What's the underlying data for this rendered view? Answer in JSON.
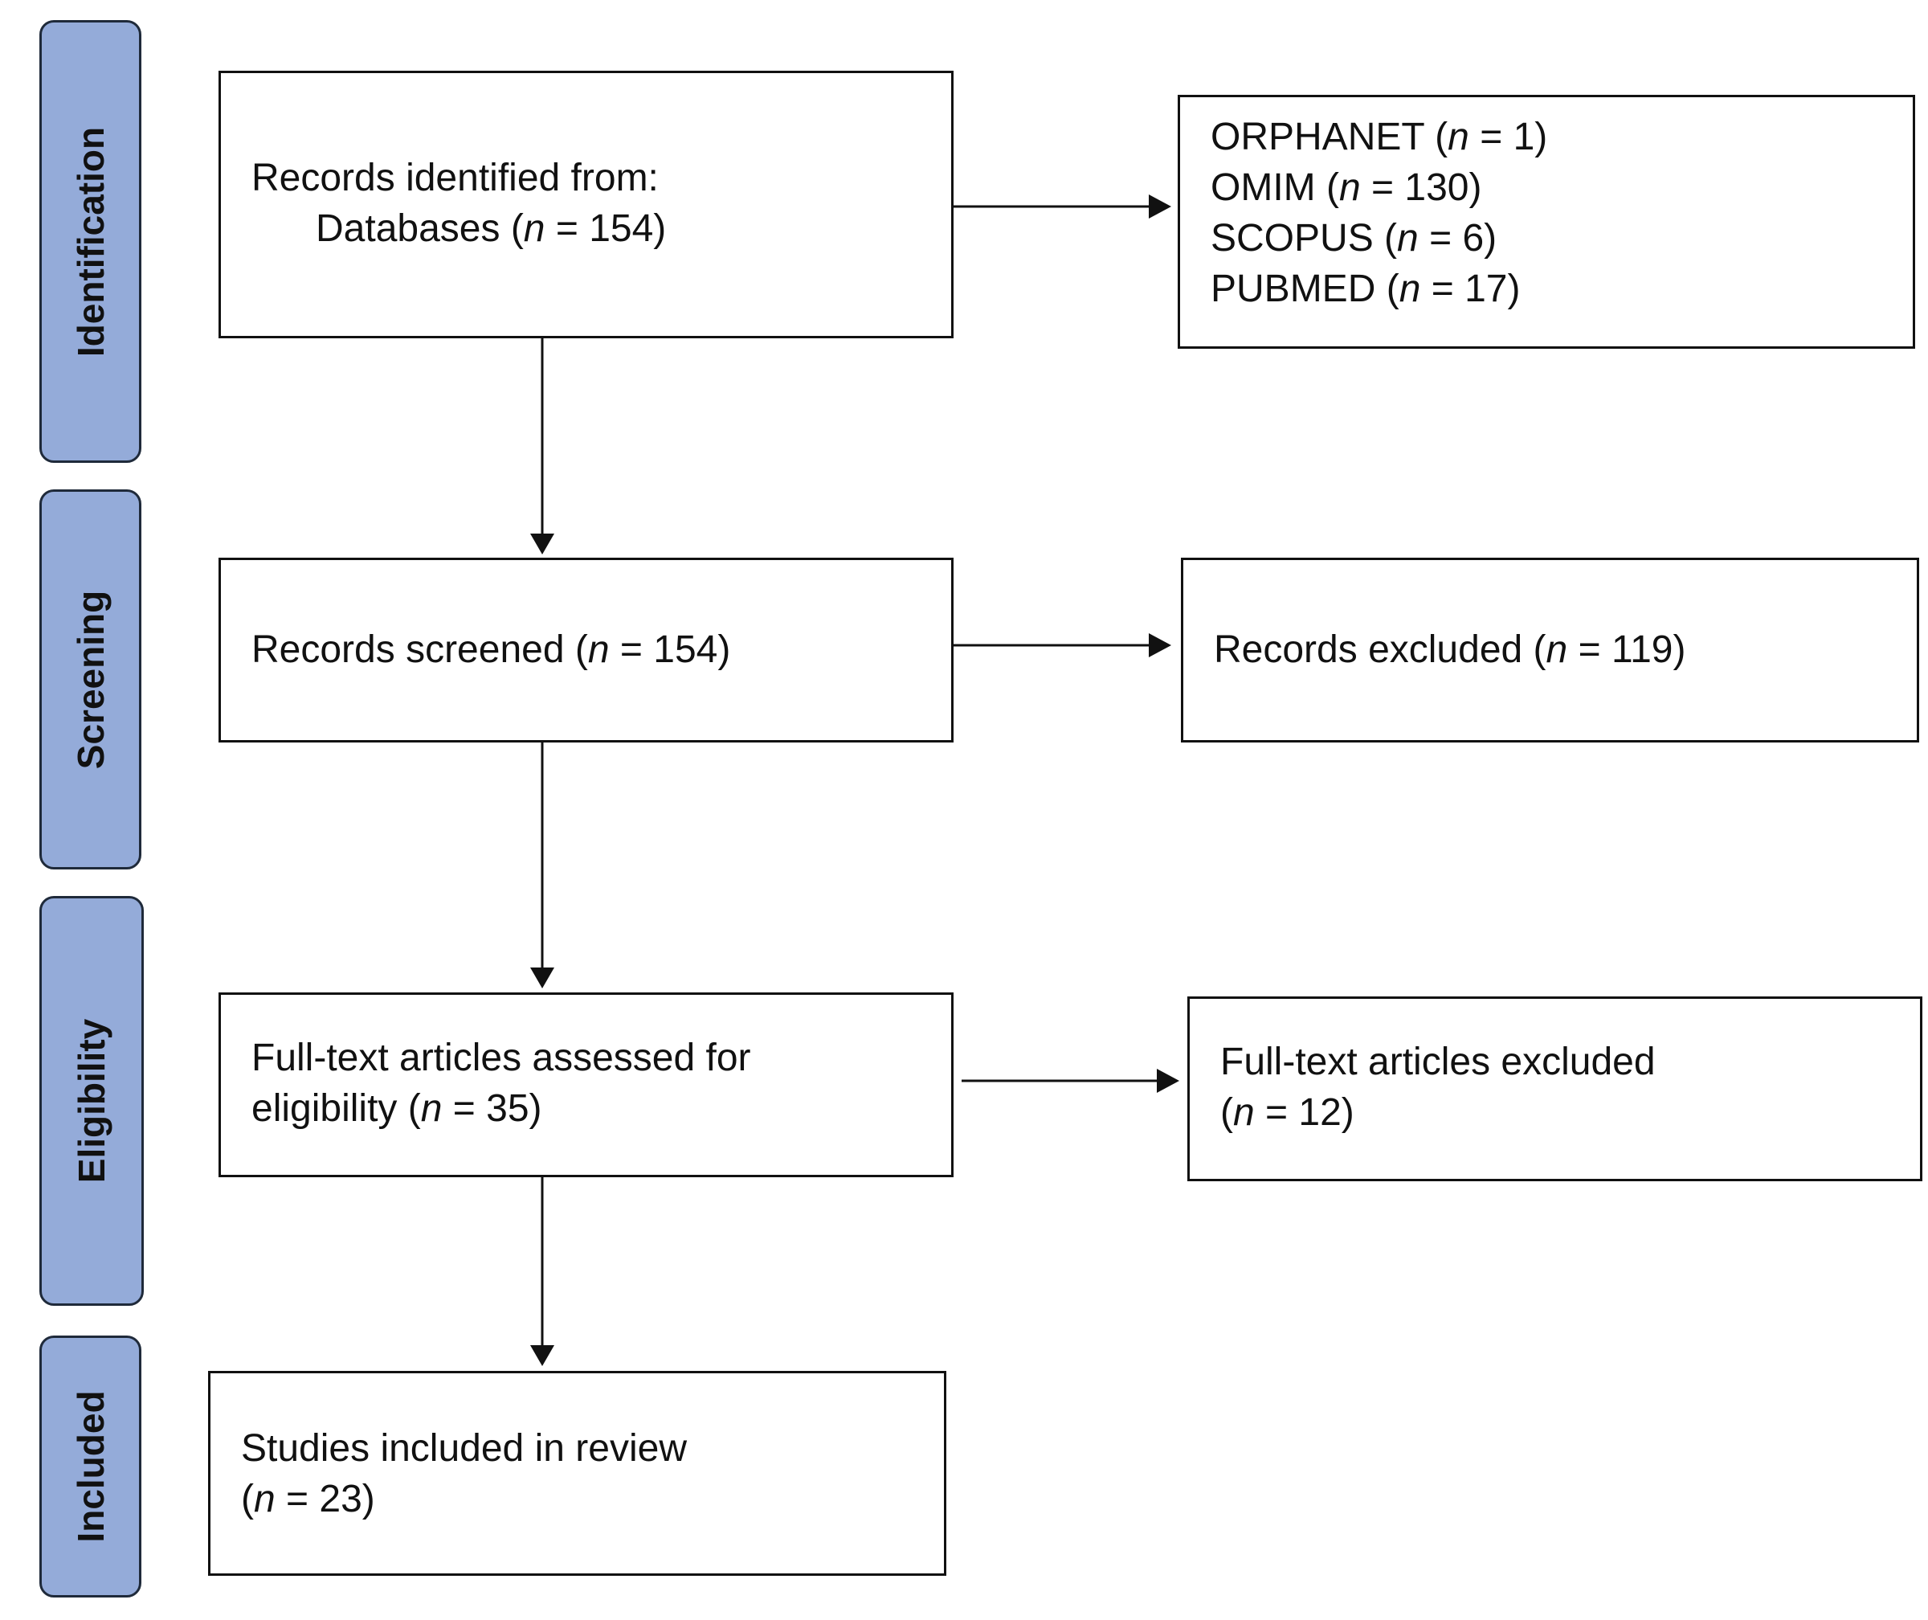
{
  "stages": {
    "identification": "Identification",
    "screening": "Screening",
    "eligibility": "Eligibility",
    "included": "Included"
  },
  "identified": {
    "line1": "Records identified from:",
    "line2_prefix": "Databases (",
    "n_symbol": "n",
    "line2_suffix": " = 154)"
  },
  "sources": [
    {
      "prefix": "ORPHANET (",
      "n": "n",
      "suffix": " = 1)"
    },
    {
      "prefix": "OMIM (",
      "n": "n",
      "suffix": " = 130)"
    },
    {
      "prefix": "SCOPUS (",
      "n": "n",
      "suffix": " = 6)"
    },
    {
      "prefix": "PUBMED (",
      "n": "n",
      "suffix": " = 17)"
    }
  ],
  "screened": {
    "prefix": "Records screened (",
    "n": "n",
    "suffix": " = 154)"
  },
  "excluded_records": {
    "prefix": "Records excluded (",
    "n": "n",
    "suffix": " = 119)"
  },
  "fulltext": {
    "line1": "Full-text articles assessed for",
    "line2_prefix": "eligibility (",
    "n": "n",
    "line2_suffix": " = 35)"
  },
  "fulltext_excluded": {
    "line1": "Full-text articles excluded",
    "line2_prefix": "(",
    "n": "n",
    "line2_suffix": " = 12)"
  },
  "included": {
    "line1": "Studies included in review",
    "line2_prefix": "(",
    "n": "n",
    "line2_suffix": " = 23)"
  }
}
